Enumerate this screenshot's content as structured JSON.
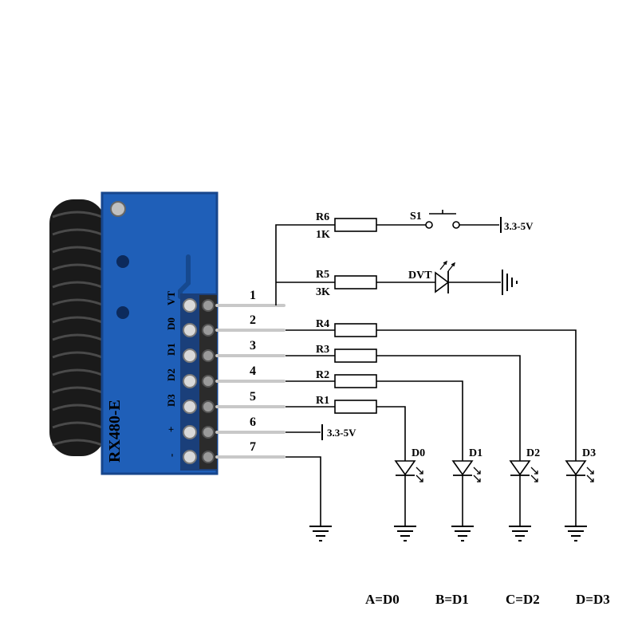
{
  "module": {
    "label": "RX480-E",
    "pin_marks": [
      "VT",
      "D0",
      "D1",
      "D2",
      "D3",
      "+",
      "-"
    ]
  },
  "pins": [
    "1",
    "2",
    "3",
    "4",
    "5",
    "6",
    "7"
  ],
  "resistors": [
    {
      "name": "R6",
      "value": "1K"
    },
    {
      "name": "R5",
      "value": "3K"
    },
    {
      "name": "R4"
    },
    {
      "name": "R3"
    },
    {
      "name": "R2"
    },
    {
      "name": "R1"
    }
  ],
  "switch": {
    "name": "S1"
  },
  "indicator_led": {
    "name": "DVT"
  },
  "supply": {
    "top": "3.3-5V",
    "pin6": "3.3-5V"
  },
  "leds": [
    "D0",
    "D1",
    "D2",
    "D3"
  ],
  "legend": [
    "A=D0",
    "B=D1",
    "C=D2",
    "D=D3"
  ],
  "colors": {
    "pcb": "#1f5fb8",
    "pcb_edge": "#17468c",
    "antenna": "#1a1a1a",
    "wire": "#000000",
    "pin_metal": "#c8c8c8"
  }
}
